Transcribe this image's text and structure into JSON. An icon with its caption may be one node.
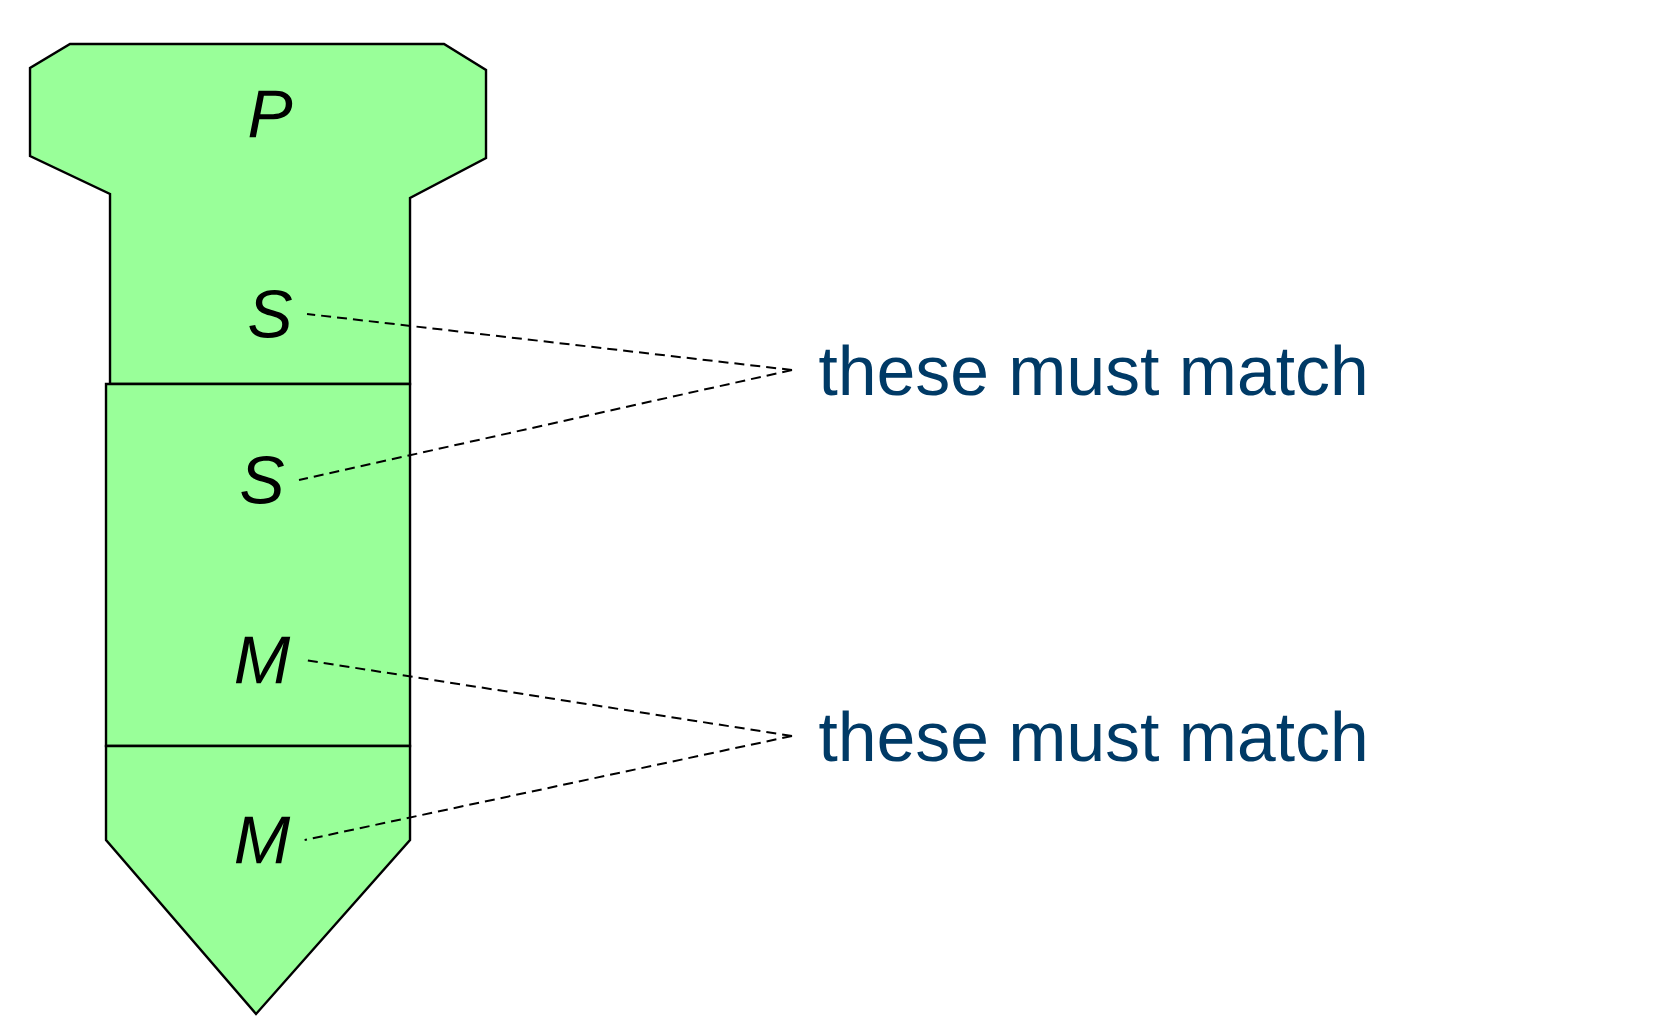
{
  "diagram": {
    "nodes": [
      {
        "text": [
          "P",
          "S"
        ]
      },
      {
        "text": [
          "S",
          "M"
        ]
      },
      {
        "text": [
          "M"
        ]
      },
      {
        "text": [
          "these must match"
        ]
      },
      {
        "text": [
          "these must match"
        ]
      }
    ],
    "edges": [
      {
        "from": 3,
        "to": 0,
        "arrow": "none",
        "style": "dashed"
      },
      {
        "from": 3,
        "to": 1,
        "arrow": "none",
        "style": "dashed"
      },
      {
        "from": 4,
        "to": 1,
        "arrow": "none",
        "style": "dashed"
      },
      {
        "from": 4,
        "to": 2,
        "arrow": "none",
        "style": "dashed"
      }
    ]
  }
}
